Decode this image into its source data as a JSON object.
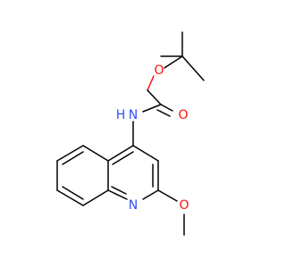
{
  "molecule": {
    "atoms": {
      "carbonyl_oxygen": {
        "label": "O",
        "color": "#ff0d0d"
      },
      "ester_oxygen": {
        "label": "O",
        "color": "#ff0d0d"
      },
      "amide_nitrogen": {
        "label": "N",
        "color": "#3050f8"
      },
      "amide_hydrogen": {
        "label": "H",
        "color": "#3050f8"
      },
      "ring_nitrogen": {
        "label": "N",
        "color": "#3050f8"
      },
      "methoxy_oxygen": {
        "label": "O",
        "color": "#ff0d0d"
      }
    }
  }
}
